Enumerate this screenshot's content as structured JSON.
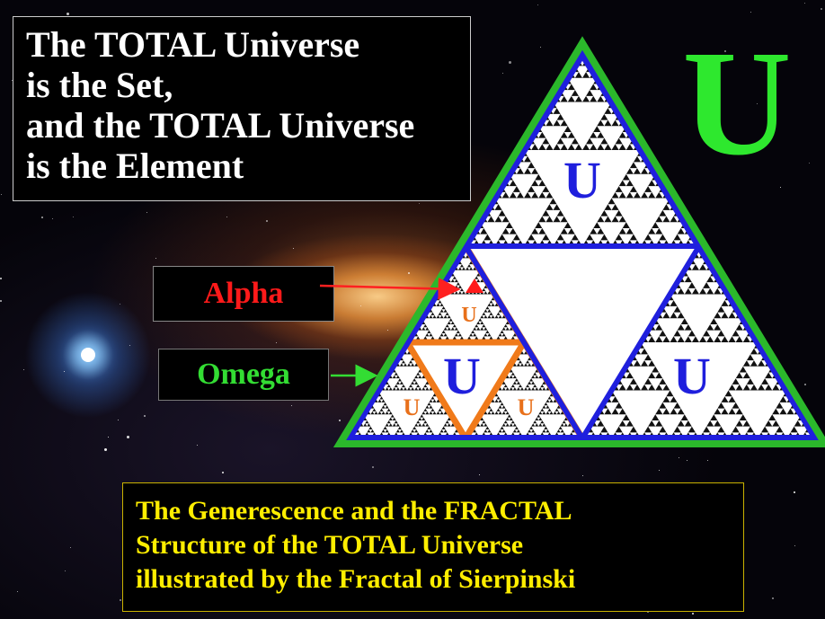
{
  "title_lines": [
    "The TOTAL Universe",
    "is the Set,",
    "and the TOTAL Universe",
    "is the Element"
  ],
  "big_symbol": "U",
  "labels": {
    "alpha": "Alpha",
    "omega": "Omega"
  },
  "triangle_labels": {
    "top": "U",
    "bottom_right": "U",
    "bottom_left": "U",
    "small_top": "U",
    "small_left": "U",
    "small_right": "U"
  },
  "caption_lines": [
    "The Generescence and the FRACTAL",
    "Structure of the TOTAL Universe",
    "illustrated by the Fractal of Sierpinski"
  ],
  "colors": {
    "outer_border": "#2bb82b",
    "inner_border": "#1f1fdd",
    "small_border": "#f07a1a",
    "alpha_text": "#ff1a1a",
    "omega_text": "#33dd33",
    "caption_text": "#ffee00",
    "big_u": "#2ee82e",
    "u_label": "#1f1fdd",
    "small_u_label": "#e8701a"
  }
}
